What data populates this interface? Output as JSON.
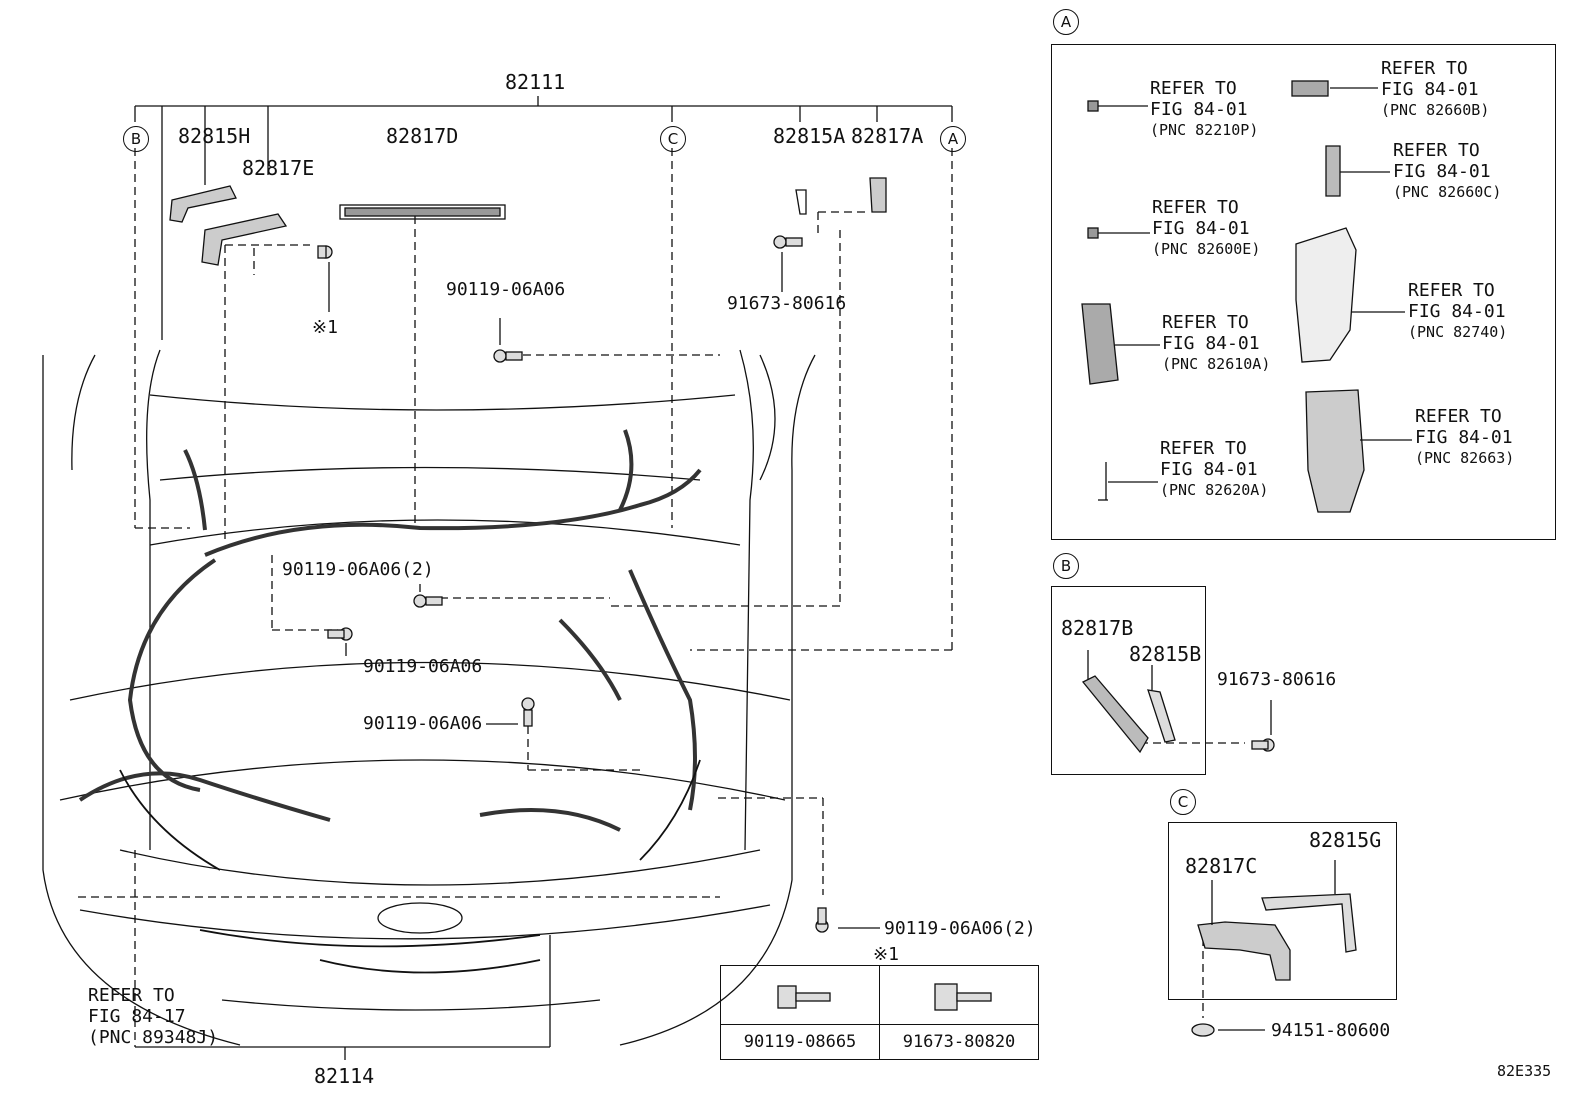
{
  "main": {
    "harness_top": "82111",
    "harness_bottom": "82114",
    "parts_top": {
      "p82815H": "82815H",
      "p82817E": "82817E",
      "p82817D": "82817D",
      "p82815A": "82815A",
      "p82817A": "82817A"
    },
    "bolts": {
      "b1": "90119-06A06",
      "b2": "91673-80616",
      "b3": "90119-06A06(2)",
      "b4": "90119-06A06",
      "b5": "90119-06A06",
      "b6": "90119-06A06(2)"
    },
    "note_mark": "※1",
    "callouts": {
      "B": "B",
      "C": "C",
      "A": "A"
    },
    "refer_front": {
      "line1": "REFER TO",
      "line2": "FIG 84-17",
      "line3": "(PNC 89348J)"
    }
  },
  "inset_a": {
    "tag": "A",
    "refs": [
      {
        "line1": "REFER TO",
        "line2": "FIG 84-01",
        "pnc": "(PNC 82210P)"
      },
      {
        "line1": "REFER TO",
        "line2": "FIG 84-01",
        "pnc": "(PNC 82660B)"
      },
      {
        "line1": "REFER TO",
        "line2": "FIG 84-01",
        "pnc": "(PNC 82660C)"
      },
      {
        "line1": "REFER TO",
        "line2": "FIG 84-01",
        "pnc": "(PNC 82600E)"
      },
      {
        "line1": "REFER TO",
        "line2": "FIG 84-01",
        "pnc": "(PNC 82740)"
      },
      {
        "line1": "REFER TO",
        "line2": "FIG 84-01",
        "pnc": "(PNC 82610A)"
      },
      {
        "line1": "REFER TO",
        "line2": "FIG 84-01",
        "pnc": "(PNC 82663)"
      },
      {
        "line1": "REFER TO",
        "line2": "FIG 84-01",
        "pnc": "(PNC 82620A)"
      }
    ]
  },
  "inset_b": {
    "tag": "B",
    "p1": "82817B",
    "p2": "82815B",
    "bolt": "91673-80616"
  },
  "inset_c": {
    "tag": "C",
    "p1": "82817C",
    "p2": "82815G",
    "clip": "94151-80600"
  },
  "note_table": {
    "mark": "※1",
    "col1": "90119-08665",
    "col2": "91673-80820"
  },
  "figure_code": "82E335"
}
